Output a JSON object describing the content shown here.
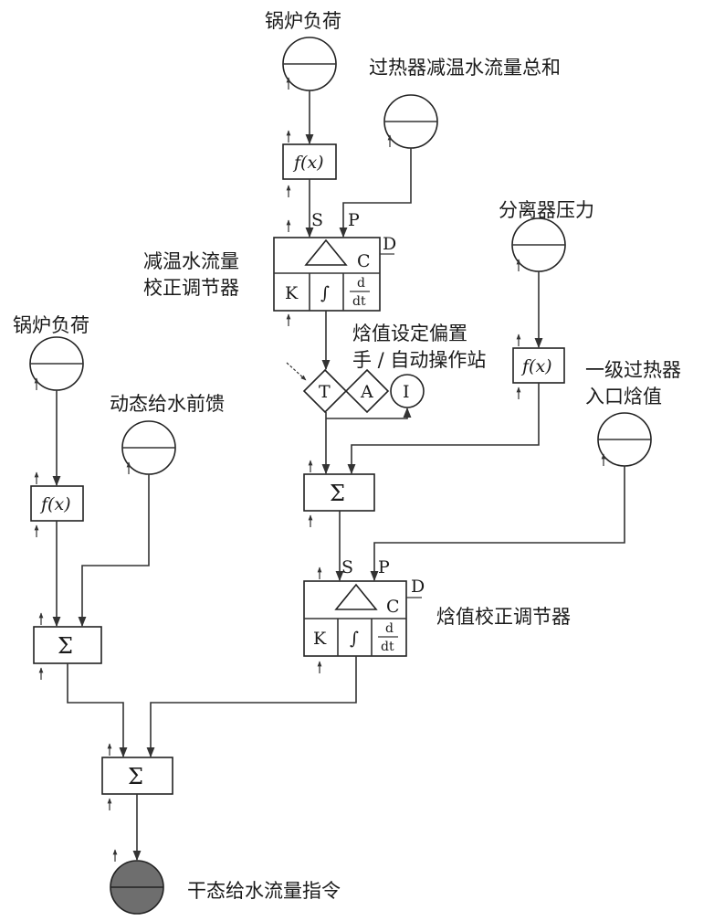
{
  "labels": {
    "boiler_load_top": "锅炉负荷",
    "desuper_total": "过热器减温水流量总和",
    "separator_pressure": "分离器压力",
    "boiler_load_left": "锅炉负荷",
    "dynamic_ff": "动态给水前馈",
    "stage1_inlet": "一级过热器\n入口焓值",
    "desuper_ctrl": "减温水流量\n校正调节器",
    "enthalpy_bias": "焓值设定偏置\n手 / 自动操作站",
    "enthalpy_ctrl": "焓值校正调节器",
    "dry_feedwater": "干态给水流量指令"
  },
  "symbols": {
    "fx_f": "f",
    "fx_arg": "(x)",
    "sigma": "Σ",
    "s": "S",
    "p": "P",
    "c": "C",
    "d": "D",
    "k": "K",
    "integral": "∫",
    "deriv_num": "d",
    "deriv_den": "dt",
    "t": "T",
    "a": "A",
    "i": "I"
  },
  "colors": {
    "line": "#333333",
    "box": "#222222",
    "output_fill": "#6e6e6e"
  }
}
